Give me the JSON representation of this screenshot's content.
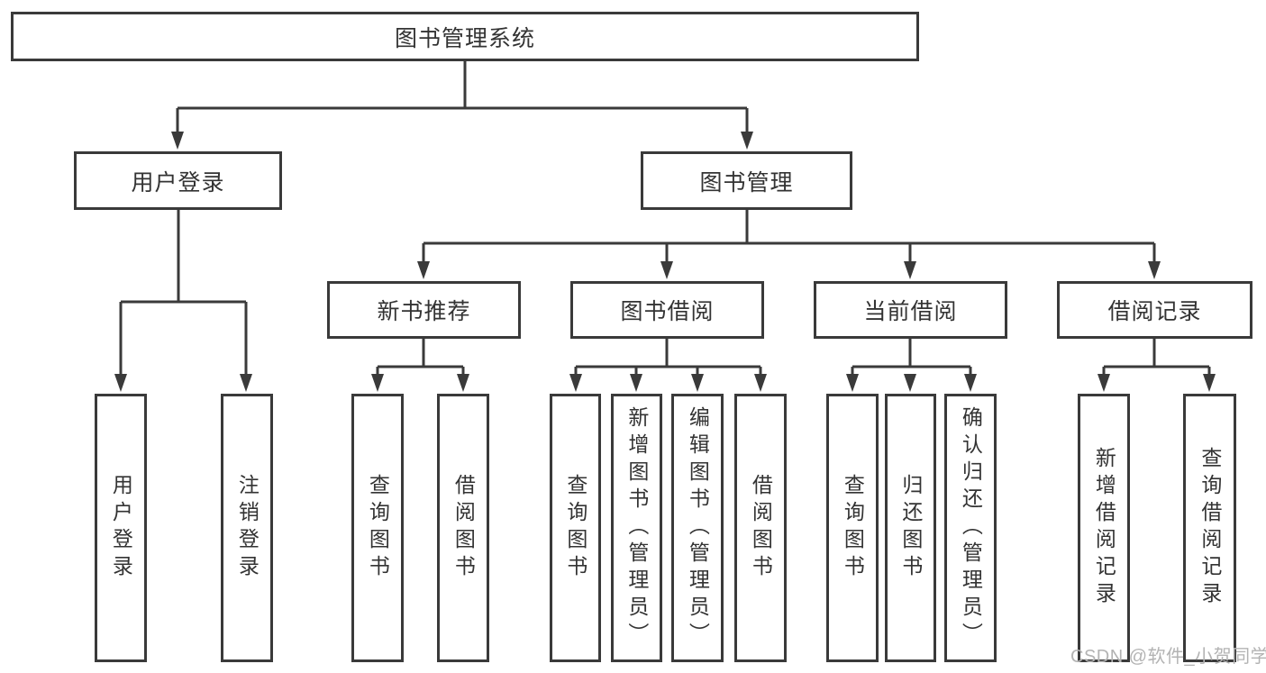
{
  "diagram": {
    "root": {
      "label": "图书管理系统"
    },
    "branches": [
      {
        "label": "用户登录",
        "children": [
          {
            "label": "用户登录"
          },
          {
            "label": "注销登录"
          }
        ]
      },
      {
        "label": "图书管理",
        "children": [
          {
            "label": "新书推荐",
            "children": [
              {
                "label": "查询图书"
              },
              {
                "label": "借阅图书"
              }
            ]
          },
          {
            "label": "图书借阅",
            "children": [
              {
                "label": "查询图书"
              },
              {
                "label": "新增图书（管理员）"
              },
              {
                "label": "编辑图书（管理员）"
              },
              {
                "label": "借阅图书"
              }
            ]
          },
          {
            "label": "当前借阅",
            "children": [
              {
                "label": "查询图书"
              },
              {
                "label": "归还图书"
              },
              {
                "label": "确认归还（管理员）"
              }
            ]
          },
          {
            "label": "借阅记录",
            "children": [
              {
                "label": "新增借阅记录"
              },
              {
                "label": "查询借阅记录"
              }
            ]
          }
        ]
      }
    ]
  },
  "watermark": {
    "text": "CSDN @软件_小贺同学"
  },
  "colors": {
    "line": "#3a3a3a",
    "text": "#333333",
    "box_background": "#ffffff",
    "page_background": "#ffffff",
    "watermark": "#b3b3b3"
  }
}
